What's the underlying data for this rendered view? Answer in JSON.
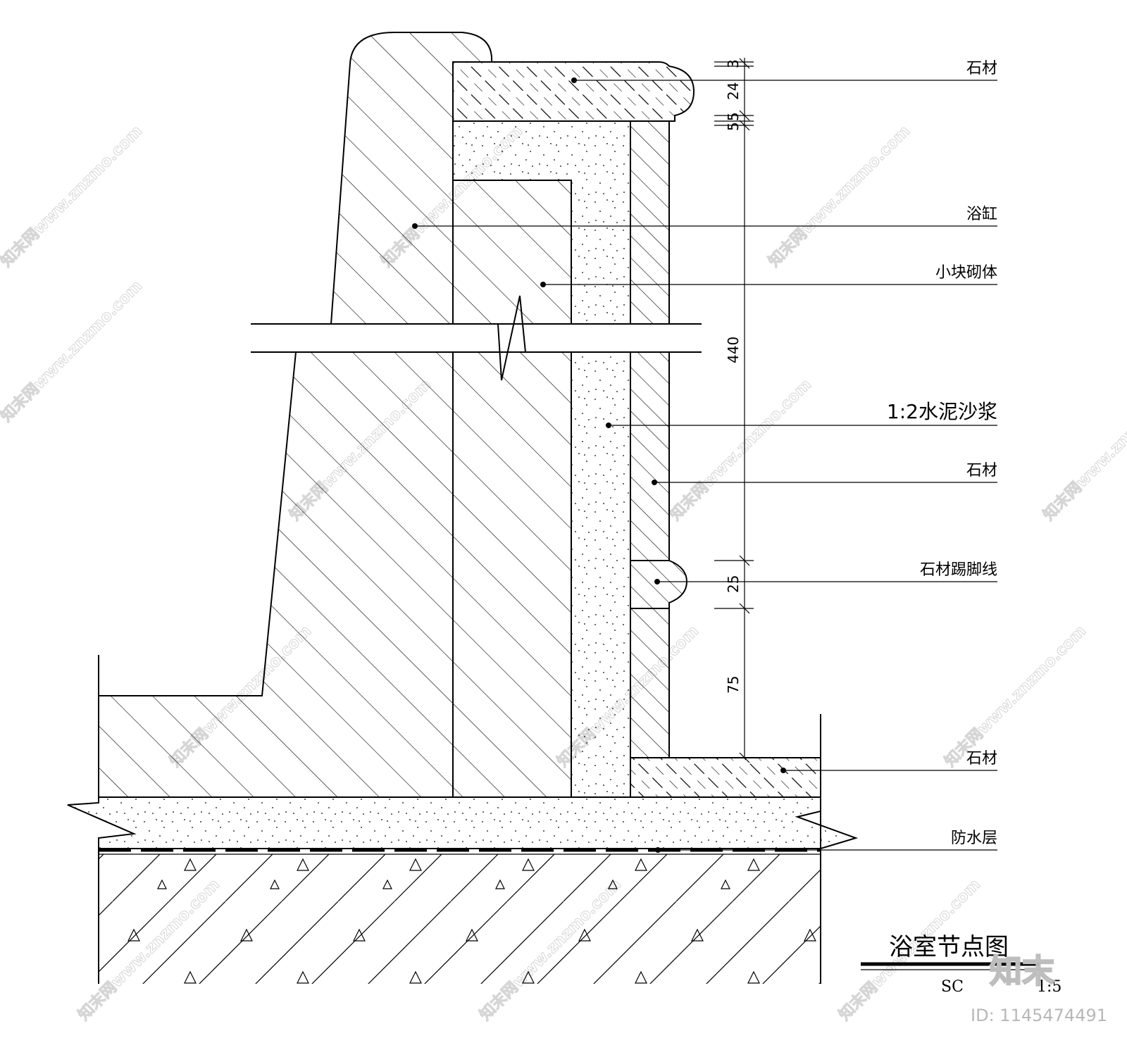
{
  "drawing": {
    "title": "浴室节点图",
    "scale_code": "SC",
    "scale": "1:5",
    "labels": {
      "stone_top": "石材",
      "bathtub": "浴缸",
      "masonry": "小块砌体",
      "mortar": "1:2水泥沙浆",
      "stone_wall": "石材",
      "skirting": "石材踢脚线",
      "stone_floor": "石材",
      "waterproof": "防水层"
    },
    "dimensions": {
      "d3": "3",
      "d24": "24",
      "d5a": "5",
      "d5b": "5",
      "d440": "440",
      "d25": "25",
      "d75": "75"
    }
  },
  "watermark": {
    "text": "知末网www.znzmo.com",
    "logo": "知末",
    "id_text": "ID: 1145474491"
  }
}
